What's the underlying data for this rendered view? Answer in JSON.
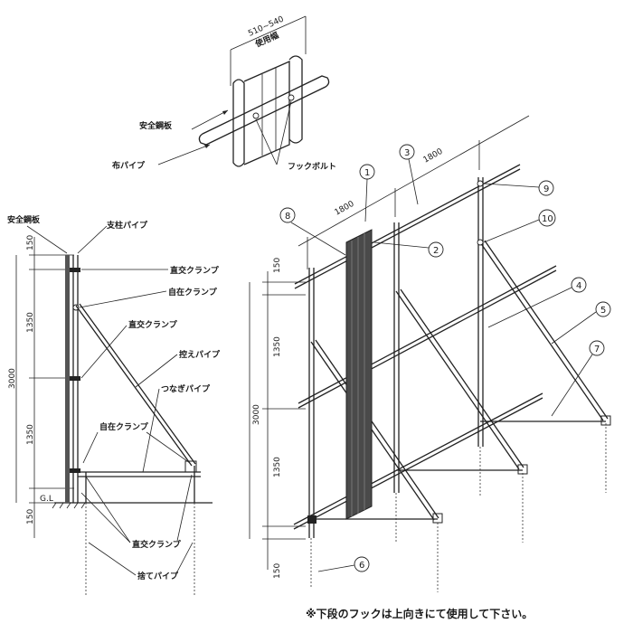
{
  "top_detail": {
    "width_dim": "510~540",
    "width_label": "使用幅",
    "label_steel_plate": "安全鋼板",
    "label_cloth_pipe": "布パイプ",
    "label_hook_bolt": "フックボルト"
  },
  "side_view": {
    "label_steel_plate": "安全鋼板",
    "label_post_pipe": "支柱パイプ",
    "label_right_clamp_1": "直交クランプ",
    "label_free_clamp_1": "自在クランプ",
    "label_right_clamp_2": "直交クランプ",
    "label_brace_pipe": "控えパイプ",
    "label_tie_pipe": "つなぎパイプ",
    "label_free_clamp_2": "自在クランプ",
    "label_right_clamp_3": "直交クランプ",
    "label_stake_pipe": "捨てパイプ",
    "dim_150_top": "150",
    "dim_1350_upper": "1350",
    "dim_3000": "3000",
    "dim_1350_lower": "1350",
    "dim_150_bottom": "150",
    "ground_label": "G.L"
  },
  "perspective": {
    "dim_1800_a": "1800",
    "dim_1800_b": "1800",
    "dim_150_top": "150",
    "dim_1350_upper": "1350",
    "dim_3000": "3000",
    "dim_1350_lower": "1350",
    "dim_150_bottom": "150",
    "callouts": [
      "1",
      "2",
      "3",
      "4",
      "5",
      "6",
      "7",
      "8",
      "9",
      "10"
    ]
  },
  "note": "※下段のフックは上向きにて使用して下さい。"
}
